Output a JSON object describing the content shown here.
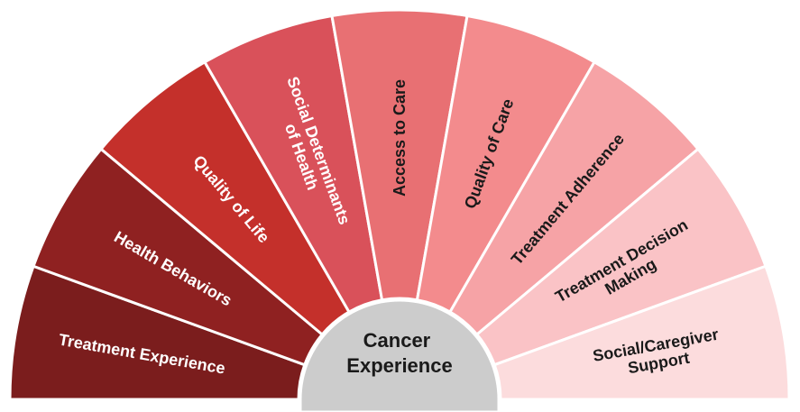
{
  "diagram": {
    "center": {
      "lines": [
        "Cancer",
        "Experience"
      ],
      "color": "#cccccc"
    },
    "segments": [
      {
        "lines": [
          "Treatment Experience"
        ],
        "color": "#7b1d1d",
        "text_color": "#ffffff"
      },
      {
        "lines": [
          "Health Behaviors"
        ],
        "color": "#8f2121",
        "text_color": "#ffffff"
      },
      {
        "lines": [
          "Quality of Life"
        ],
        "color": "#c4302b",
        "text_color": "#ffffff"
      },
      {
        "lines": [
          "Social Determinants",
          "of Health"
        ],
        "color": "#d9515a",
        "text_color": "#ffffff"
      },
      {
        "lines": [
          "Access to Care"
        ],
        "color": "#e87073",
        "text_color": "#1a1a1a"
      },
      {
        "lines": [
          "Quality of Care"
        ],
        "color": "#f38b8d",
        "text_color": "#1a1a1a"
      },
      {
        "lines": [
          "Treatment Adherence"
        ],
        "color": "#f6a3a6",
        "text_color": "#1a1a1a"
      },
      {
        "lines": [
          "Treatment Decision",
          "Making"
        ],
        "color": "#fac3c6",
        "text_color": "#1a1a1a"
      },
      {
        "lines": [
          "Social/Caregiver",
          "Support"
        ],
        "color": "#fcdcdd",
        "text_color": "#1a1a1a"
      }
    ]
  }
}
